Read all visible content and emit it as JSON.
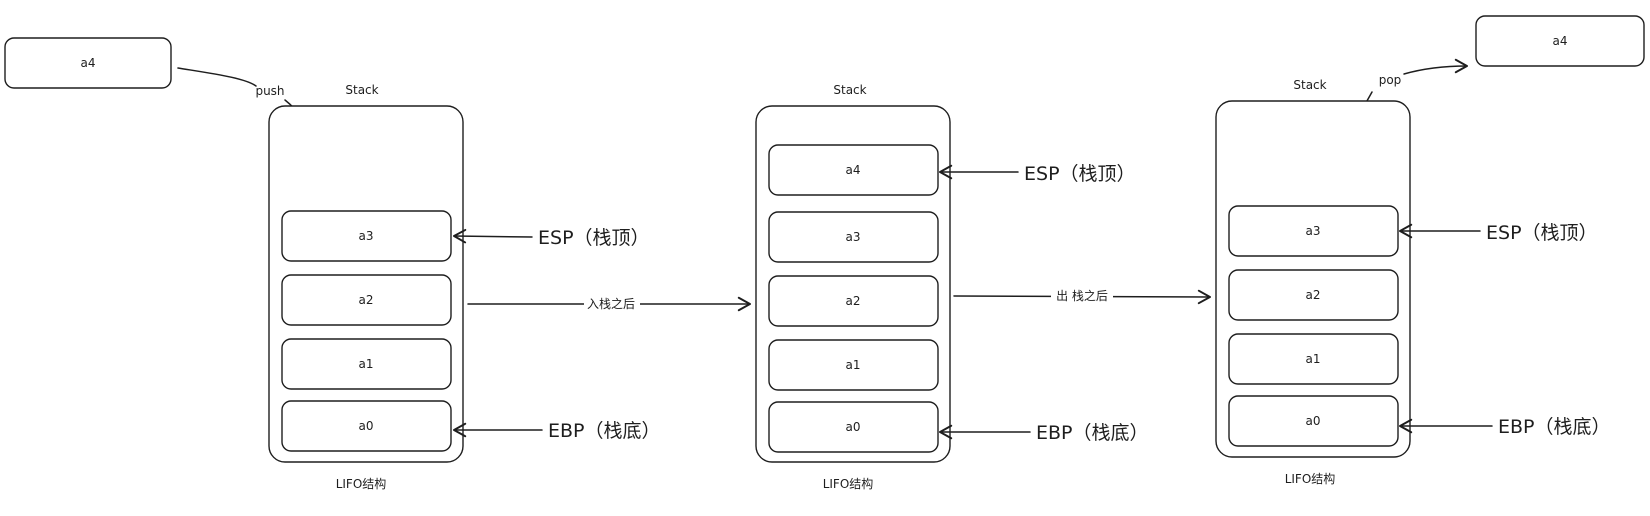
{
  "left": {
    "floating": "a4",
    "push_label": "push",
    "stack_title": "Stack",
    "items": [
      "a3",
      "a2",
      "a1",
      "a0"
    ],
    "esp": "ESP（栈顶）",
    "ebp": "EBP（栈底）",
    "caption": "LIFO结构"
  },
  "middle": {
    "stack_title": "Stack",
    "items": [
      "a4",
      "a3",
      "a2",
      "a1",
      "a0"
    ],
    "esp": "ESP（栈顶）",
    "ebp": "EBP（栈底）",
    "caption": "LIFO结构"
  },
  "right": {
    "floating": "a4",
    "pop_label": "pop",
    "stack_title": "Stack",
    "items": [
      "a3",
      "a2",
      "a1",
      "a0"
    ],
    "esp": "ESP（栈顶）",
    "ebp": "EBP（栈底）",
    "caption": "LIFO结构"
  },
  "transitions": {
    "after_push": "入栈之后",
    "after_pop": "出 栈之后"
  },
  "colors": {
    "stroke": "#1e1e1e",
    "background": "#ffffff"
  }
}
